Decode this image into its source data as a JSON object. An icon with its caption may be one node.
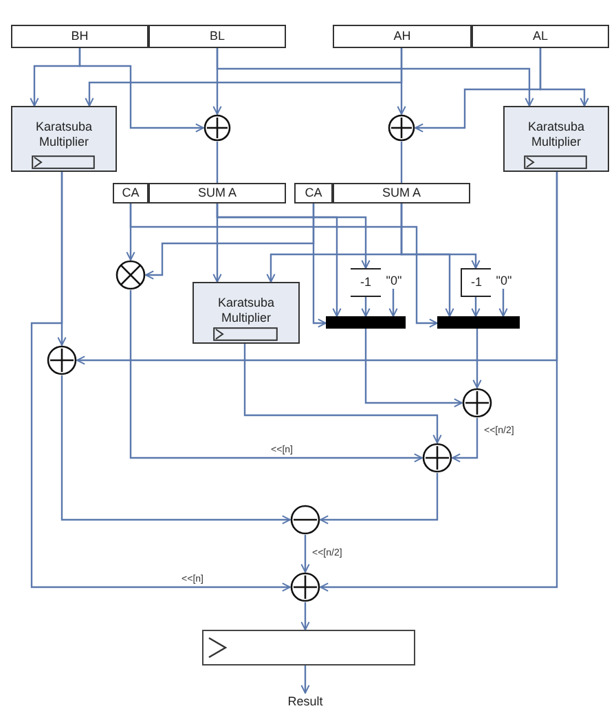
{
  "diagram": {
    "nodes": [
      {
        "text": [
          "BH"
        ]
      },
      {
        "text": [
          "BL"
        ]
      },
      {
        "text": [
          "AH"
        ]
      },
      {
        "text": [
          "AL"
        ]
      },
      {
        "text": [
          "Karatsuba Multiplier"
        ]
      },
      {
        "text": [],
        "shape": "circle"
      },
      {
        "text": [],
        "shape": "circle"
      },
      {
        "text": [
          "Karatsuba Multiplier"
        ]
      },
      {
        "text": [
          "CA"
        ]
      },
      {
        "text": [
          "SUM A"
        ]
      },
      {
        "text": [
          "CA"
        ]
      },
      {
        "text": [
          "SUM A"
        ]
      },
      {
        "text": [],
        "shape": "circle"
      },
      {
        "text": [
          "Karatsuba Multiplier"
        ]
      },
      {
        "text": [
          "-1"
        ]
      },
      {
        "text": [
          "\"0\""
        ]
      },
      {
        "text": [
          "-1"
        ]
      },
      {
        "text": [
          "\"0\""
        ]
      },
      {
        "text": [],
        "shape": "bar"
      },
      {
        "text": [],
        "shape": "bar"
      },
      {
        "text": [],
        "shape": "circle"
      },
      {
        "text": [],
        "shape": "circle"
      },
      {
        "text": [],
        "shape": "circle"
      },
      {
        "text": [],
        "shape": "circle"
      },
      {
        "text": [],
        "shape": "circle"
      },
      {
        "text": [],
        "shape": "box"
      },
      {
        "text": [
          "Result"
        ]
      }
    ],
    "edges": [
      {
        "from": 0,
        "to": 4,
        "arrow": "to"
      },
      {
        "from": 0,
        "to": 5,
        "arrow": "to"
      },
      {
        "from": 1,
        "to": 5,
        "arrow": "to"
      },
      {
        "from": 1,
        "to": 7,
        "arrow": "to"
      },
      {
        "from": 2,
        "to": 4,
        "arrow": "to"
      },
      {
        "from": 2,
        "to": 6,
        "arrow": "to"
      },
      {
        "from": 3,
        "to": 6,
        "arrow": "to"
      },
      {
        "from": 3,
        "to": 7,
        "arrow": "to"
      },
      {
        "from": 5,
        "to": 9,
        "arrow": "none"
      },
      {
        "from": 6,
        "to": 11,
        "arrow": "none"
      },
      {
        "from": 8,
        "to": 12,
        "arrow": "to"
      },
      {
        "from": 8,
        "to": 19,
        "arrow": "to"
      },
      {
        "from": 9,
        "to": 13,
        "arrow": "to"
      },
      {
        "from": 9,
        "to": 14,
        "arrow": "to"
      },
      {
        "from": 9,
        "to": 18,
        "arrow": "to"
      },
      {
        "from": 10,
        "to": 12,
        "arrow": "to"
      },
      {
        "from": 10,
        "to": 18,
        "arrow": "to"
      },
      {
        "from": 11,
        "to": 13,
        "arrow": "to"
      },
      {
        "from": 11,
        "to": 16,
        "arrow": "to"
      },
      {
        "from": 11,
        "to": 19,
        "arrow": "to"
      },
      {
        "from": 14,
        "to": 18,
        "arrow": "to"
      },
      {
        "from": 15,
        "to": 18,
        "arrow": "to"
      },
      {
        "from": 16,
        "to": 19,
        "arrow": "to"
      },
      {
        "from": 17,
        "to": 19,
        "arrow": "to"
      },
      {
        "from": 4,
        "to": 20,
        "arrow": "to"
      },
      {
        "from": 7,
        "to": 20,
        "arrow": "to"
      },
      {
        "from": 4,
        "to": 24,
        "arrow": "to",
        "label": "<<[n]"
      },
      {
        "from": 7,
        "to": 24,
        "arrow": "to"
      },
      {
        "from": 12,
        "to": 22,
        "arrow": "to",
        "label": "<<[n]"
      },
      {
        "from": 13,
        "to": 22,
        "arrow": "to"
      },
      {
        "from": 18,
        "to": 21,
        "arrow": "to"
      },
      {
        "from": 19,
        "to": 21,
        "arrow": "to"
      },
      {
        "from": 21,
        "to": 22,
        "arrow": "to",
        "label": "<<[n/2]"
      },
      {
        "from": 20,
        "to": 23,
        "arrow": "to"
      },
      {
        "from": 22,
        "to": 23,
        "arrow": "to"
      },
      {
        "from": 23,
        "to": 24,
        "arrow": "to",
        "label": "<<[n/2]"
      },
      {
        "from": 24,
        "to": 25,
        "arrow": "to"
      },
      {
        "from": 25,
        "to": 26,
        "arrow": "to"
      }
    ]
  }
}
